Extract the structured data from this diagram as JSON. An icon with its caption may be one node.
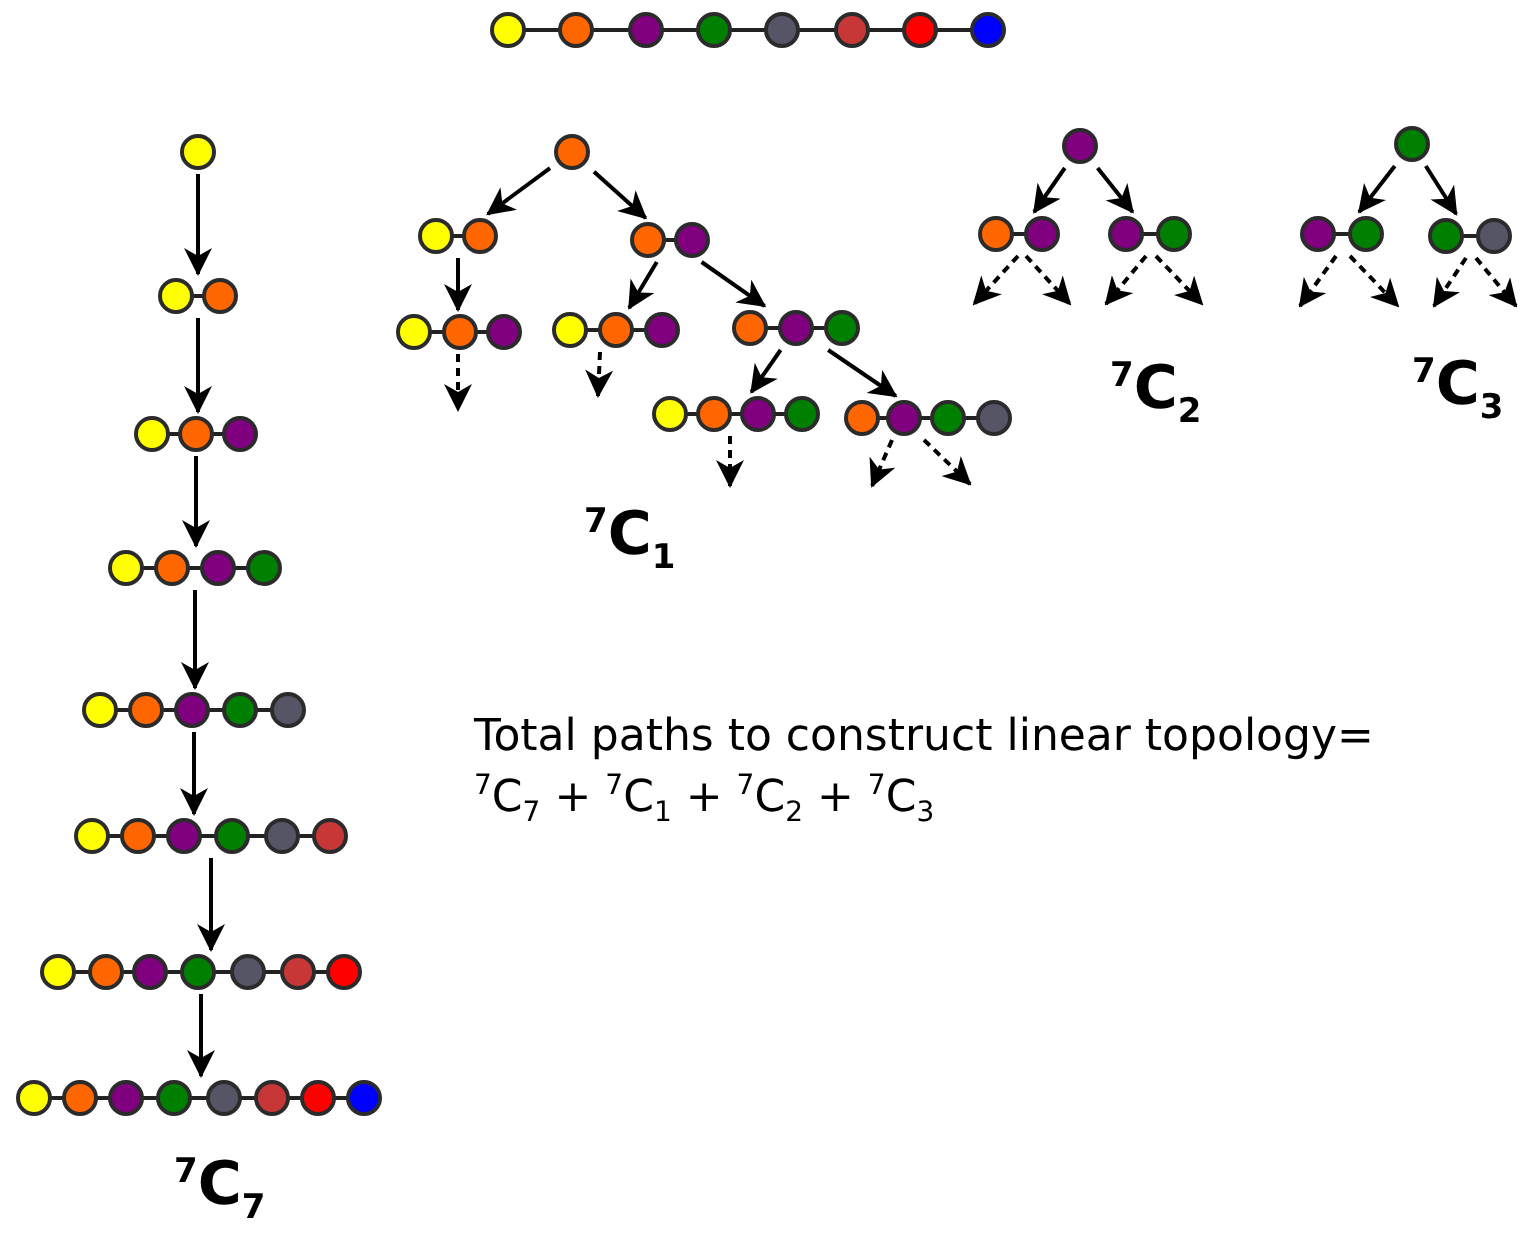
{
  "diagram": {
    "nodes": [
      {
        "text": [],
        "shape": "chain"
      },
      {
        "text": [],
        "shape": "circle"
      },
      {
        "text": [],
        "shape": "chain"
      },
      {
        "text": [],
        "shape": "chain"
      },
      {
        "text": [],
        "shape": "chain"
      },
      {
        "text": [],
        "shape": "chain"
      },
      {
        "text": [],
        "shape": "chain"
      },
      {
        "text": [],
        "shape": "chain"
      },
      {
        "text": [],
        "shape": "chain"
      },
      {
        "text": [],
        "shape": "circle"
      },
      {
        "text": [],
        "shape": "chain"
      },
      {
        "text": [],
        "shape": "chain"
      },
      {
        "text": [],
        "shape": "chain"
      },
      {
        "text": [],
        "shape": "chain"
      },
      {
        "text": [],
        "shape": "chain"
      },
      {
        "text": [],
        "shape": "chain"
      },
      {
        "text": [],
        "shape": "chain"
      },
      {
        "text": [],
        "shape": "circle"
      },
      {
        "text": [],
        "shape": "chain"
      },
      {
        "text": [],
        "shape": "chain"
      },
      {
        "text": [],
        "shape": "circle"
      },
      {
        "text": [],
        "shape": "chain"
      },
      {
        "text": [],
        "shape": "chain"
      }
    ],
    "edges": [
      {
        "from": 1,
        "to": 2,
        "arrow": "to"
      },
      {
        "from": 2,
        "to": 3,
        "arrow": "to"
      },
      {
        "from": 3,
        "to": 4,
        "arrow": "to"
      },
      {
        "from": 4,
        "to": 5,
        "arrow": "to"
      },
      {
        "from": 5,
        "to": 6,
        "arrow": "to"
      },
      {
        "from": 6,
        "to": 7,
        "arrow": "to"
      },
      {
        "from": 7,
        "to": 8,
        "arrow": "to"
      },
      {
        "from": 9,
        "to": 10,
        "arrow": "to"
      },
      {
        "from": 9,
        "to": 11,
        "arrow": "to"
      },
      {
        "from": 10,
        "to": 12,
        "arrow": "to"
      },
      {
        "from": 12,
        "to": null,
        "arrow": "to",
        "style": "dashed"
      },
      {
        "from": 11,
        "to": 13,
        "arrow": "to"
      },
      {
        "from": 13,
        "to": null,
        "arrow": "to",
        "style": "dashed"
      },
      {
        "from": 11,
        "to": 14,
        "arrow": "to"
      },
      {
        "from": 14,
        "to": 15,
        "arrow": "to"
      },
      {
        "from": 15,
        "to": null,
        "arrow": "to",
        "style": "dashed"
      },
      {
        "from": 14,
        "to": 16,
        "arrow": "to"
      },
      {
        "from": 16,
        "to": null,
        "arrow": "to",
        "style": "dashed"
      },
      {
        "from": 16,
        "to": null,
        "arrow": "to",
        "style": "dashed"
      },
      {
        "from": 17,
        "to": 18,
        "arrow": "to"
      },
      {
        "from": 17,
        "to": 19,
        "arrow": "to"
      },
      {
        "from": 18,
        "to": null,
        "arrow": "to",
        "style": "dashed"
      },
      {
        "from": 18,
        "to": null,
        "arrow": "to",
        "style": "dashed"
      },
      {
        "from": 19,
        "to": null,
        "arrow": "to",
        "style": "dashed"
      },
      {
        "from": 19,
        "to": null,
        "arrow": "to",
        "style": "dashed"
      },
      {
        "from": 20,
        "to": 21,
        "arrow": "to"
      },
      {
        "from": 20,
        "to": 22,
        "arrow": "to"
      },
      {
        "from": 21,
        "to": null,
        "arrow": "to",
        "style": "dashed"
      },
      {
        "from": 21,
        "to": null,
        "arrow": "to",
        "style": "dashed"
      },
      {
        "from": 22,
        "to": null,
        "arrow": "to",
        "style": "dashed"
      },
      {
        "from": 22,
        "to": null,
        "arrow": "to",
        "style": "dashed"
      }
    ],
    "labels": [
      "$^{7}$C$_{1}$",
      "$^{7}$C$_{2}$",
      "$^{7}$C$_{3}$",
      "$^{7}$C$_{7}$",
      "Total paths to construct linear topology=",
      "$^{7}$C$_{7}$  +  $^{7}$C$_{1}$ +  $^{7}$C$_{2}$  + $^{7}$C$_{3}$"
    ]
  }
}
